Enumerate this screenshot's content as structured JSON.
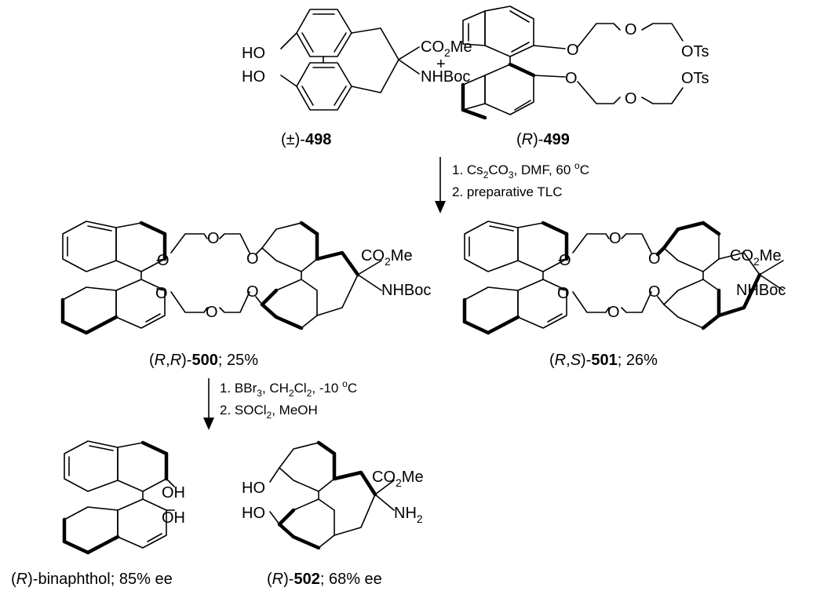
{
  "reactants": {
    "sm1": {
      "label_pre": "(±)-",
      "label_num": "498",
      "groups": {
        "oh1": "HO",
        "oh2": "HO",
        "ester": "CO",
        "ester_sub": "2",
        "ester_tail": "Me",
        "amine": "NHBoc"
      }
    },
    "plus": "+",
    "sm2": {
      "label_open": "(",
      "label_conf": "R",
      "label_close": ")-",
      "label_num": "499",
      "groups": {
        "o": "O",
        "ots": "OTs"
      }
    }
  },
  "step1": {
    "line1_a": "1. Cs",
    "line1_b": "2",
    "line1_c": "CO",
    "line1_d": "3",
    "line1_e": ", DMF, 60 ",
    "line1_f": "o",
    "line1_g": "C",
    "line2": "2. preparative TLC"
  },
  "products_step1": {
    "p500": {
      "open": "(",
      "c1": "R",
      "comma": ",",
      "c2": "R",
      "close": ")-",
      "num": "500",
      "yield": "; 25%"
    },
    "p501": {
      "open": "(",
      "c1": "R",
      "comma": ",",
      "c2": "S",
      "close": ")-",
      "num": "501",
      "yield": "; 26%"
    },
    "groups": {
      "o": "O",
      "ester": "CO",
      "ester_sub": "2",
      "ester_tail": "Me",
      "amine": "NHBoc"
    }
  },
  "step2": {
    "line1_a": "1. BBr",
    "line1_b": "3",
    "line1_c": ", CH",
    "line1_d": "2",
    "line1_e": "Cl",
    "line1_f": "2",
    "line1_g": ", -10 ",
    "line1_h": "o",
    "line1_i": "C",
    "line2_a": "2. SOCl",
    "line2_b": "2",
    "line2_c": ", MeOH"
  },
  "final_products": {
    "binaphthol": {
      "open": "(",
      "conf": "R",
      "rest": ")-binaphthol; 85% ee",
      "oh": "OH"
    },
    "p502": {
      "open": "(",
      "conf": "R",
      "close": ")-",
      "num": "502",
      "ee": "; 68% ee",
      "groups": {
        "oh": "HO",
        "ester": "CO",
        "ester_sub": "2",
        "ester_tail": "Me",
        "amine": "NH",
        "amine_sub": "2"
      }
    }
  }
}
